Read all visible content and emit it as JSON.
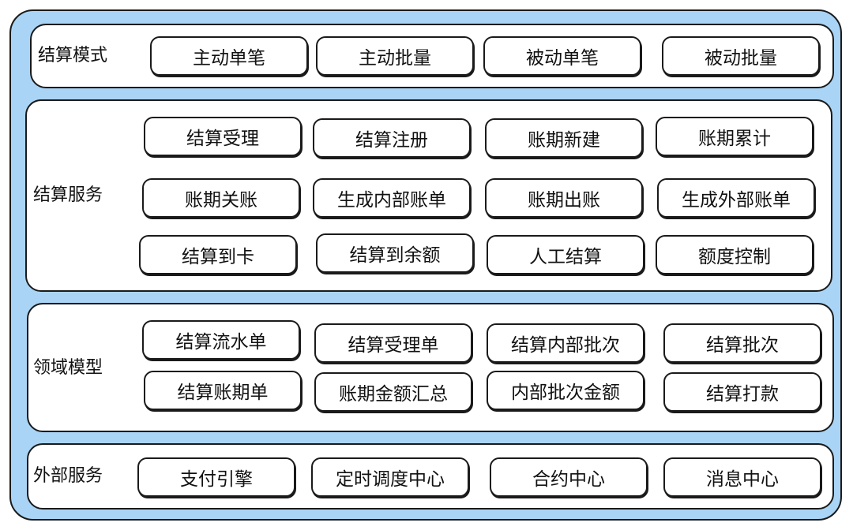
{
  "layers": [
    {
      "label": "结算模式",
      "items": [
        "主动单笔",
        "主动批量",
        "被动单笔",
        "被动批量"
      ]
    },
    {
      "label": "结算服务",
      "items": [
        "结算受理",
        "结算注册",
        "账期新建",
        "账期累计",
        "账期关账",
        "生成内部账单",
        "账期出账",
        "生成外部账单",
        "结算到卡",
        "结算到余额",
        "人工结算",
        "额度控制"
      ]
    },
    {
      "label": "领域模型",
      "items": [
        "结算流水单",
        "结算受理单",
        "结算内部批次",
        "结算批次",
        "结算账期单",
        "账期金额汇总",
        "内部批次金额",
        "结算打款"
      ]
    },
    {
      "label": "外部服务",
      "items": [
        "支付引擎",
        "定时调度中心",
        "合约中心",
        "消息中心"
      ]
    }
  ],
  "colors": {
    "background": "#a9d4f5",
    "panel": "#ffffff",
    "stroke": "#1a1a1a"
  }
}
